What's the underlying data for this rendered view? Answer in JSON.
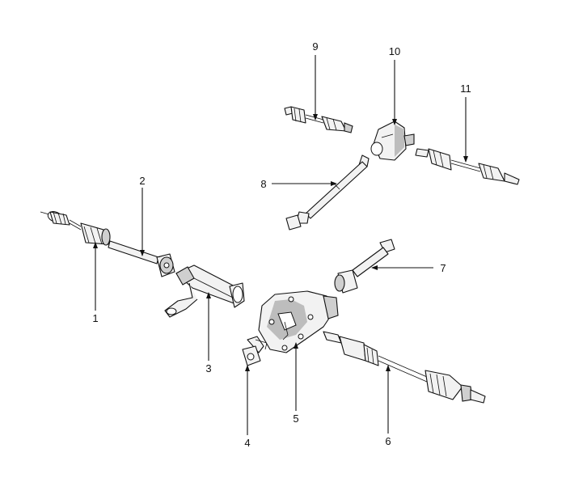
{
  "diagram": {
    "callouts": {
      "c1": "1",
      "c2": "2",
      "c3": "3",
      "c4": "4",
      "c5": "5",
      "c6": "6",
      "c7": "7",
      "c8": "8",
      "c9": "9",
      "c10": "10",
      "c11": "11"
    },
    "colors": {
      "line": "#111111",
      "part_fill": "#f2f2f2",
      "part_shade": "#bdbdbd",
      "background": "#ffffff"
    },
    "icons": {
      "arrowhead": "filled-triangle-arrow"
    }
  }
}
